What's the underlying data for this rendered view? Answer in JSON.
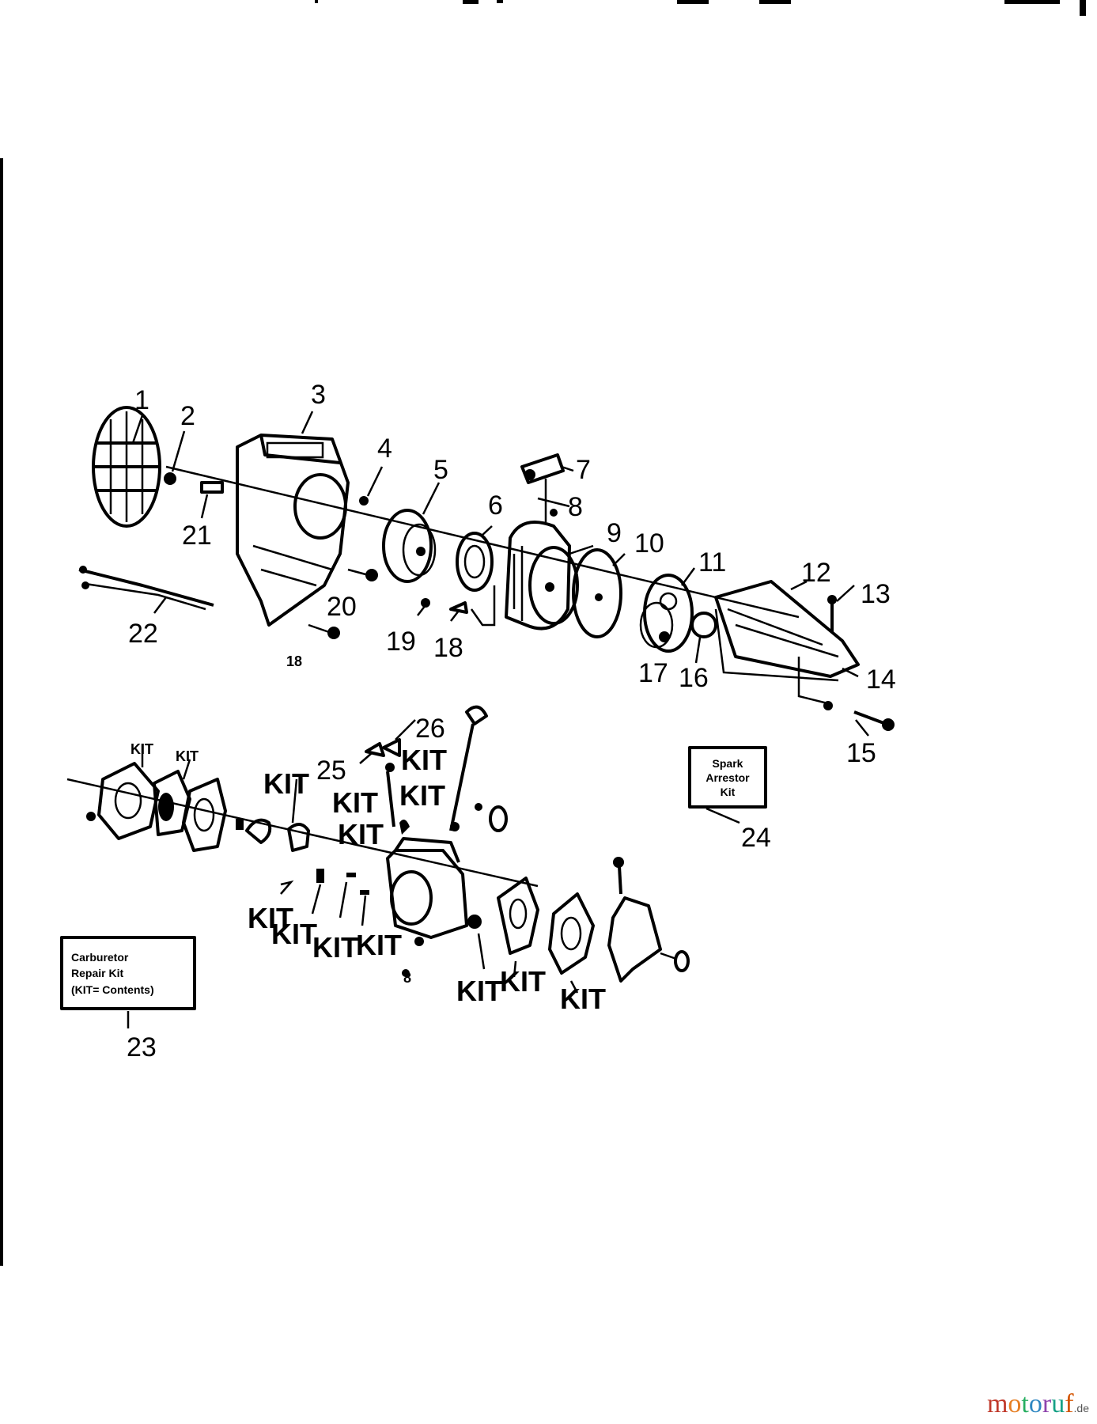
{
  "labels": {
    "n1": "1",
    "n2": "2",
    "n3": "3",
    "n4": "4",
    "n5": "5",
    "n6": "6",
    "n7": "7",
    "n8": "8",
    "n9": "9",
    "n10": "10",
    "n11": "11",
    "n12": "12",
    "n13": "13",
    "n14": "14",
    "n15": "15",
    "n16": "16",
    "n17": "17",
    "n18": "18",
    "n19": "19",
    "n20": "20",
    "n21": "21",
    "n22": "22",
    "n23": "23",
    "n24": "24",
    "n25": "25",
    "n26": "26",
    "n18b": "18",
    "n8b": "8"
  },
  "kit_label": "KIT",
  "spark_box": {
    "line1": "Spark",
    "line2": "Arrestor",
    "line3": "Kit"
  },
  "carb_box": {
    "line1": "Carburetor",
    "line2": "Repair Kit",
    "line3": "(KIT= Contents)"
  },
  "logo": {
    "brand": "motoruf",
    "suffix": ".de",
    "colors": [
      "#c0392b",
      "#e67e22",
      "#27ae60",
      "#2e86c1",
      "#8e44ad",
      "#16a085",
      "#d35400"
    ]
  }
}
